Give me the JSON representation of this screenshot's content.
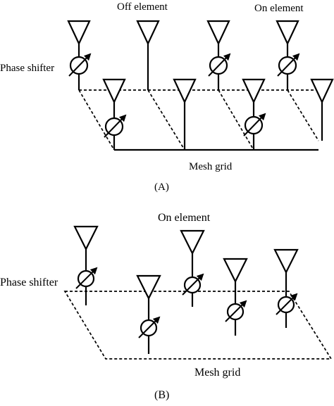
{
  "panel_a": {
    "label_off_element": "Off element",
    "label_on_element": "On element",
    "label_phase_shifter": "Phase shifter",
    "label_mesh_grid": "Mesh grid",
    "caption": "(A)"
  },
  "panel_b": {
    "label_on_element": "On element",
    "label_phase_shifter": "Phase shifter",
    "label_mesh_grid": "Mesh grid",
    "caption": "(B)"
  }
}
